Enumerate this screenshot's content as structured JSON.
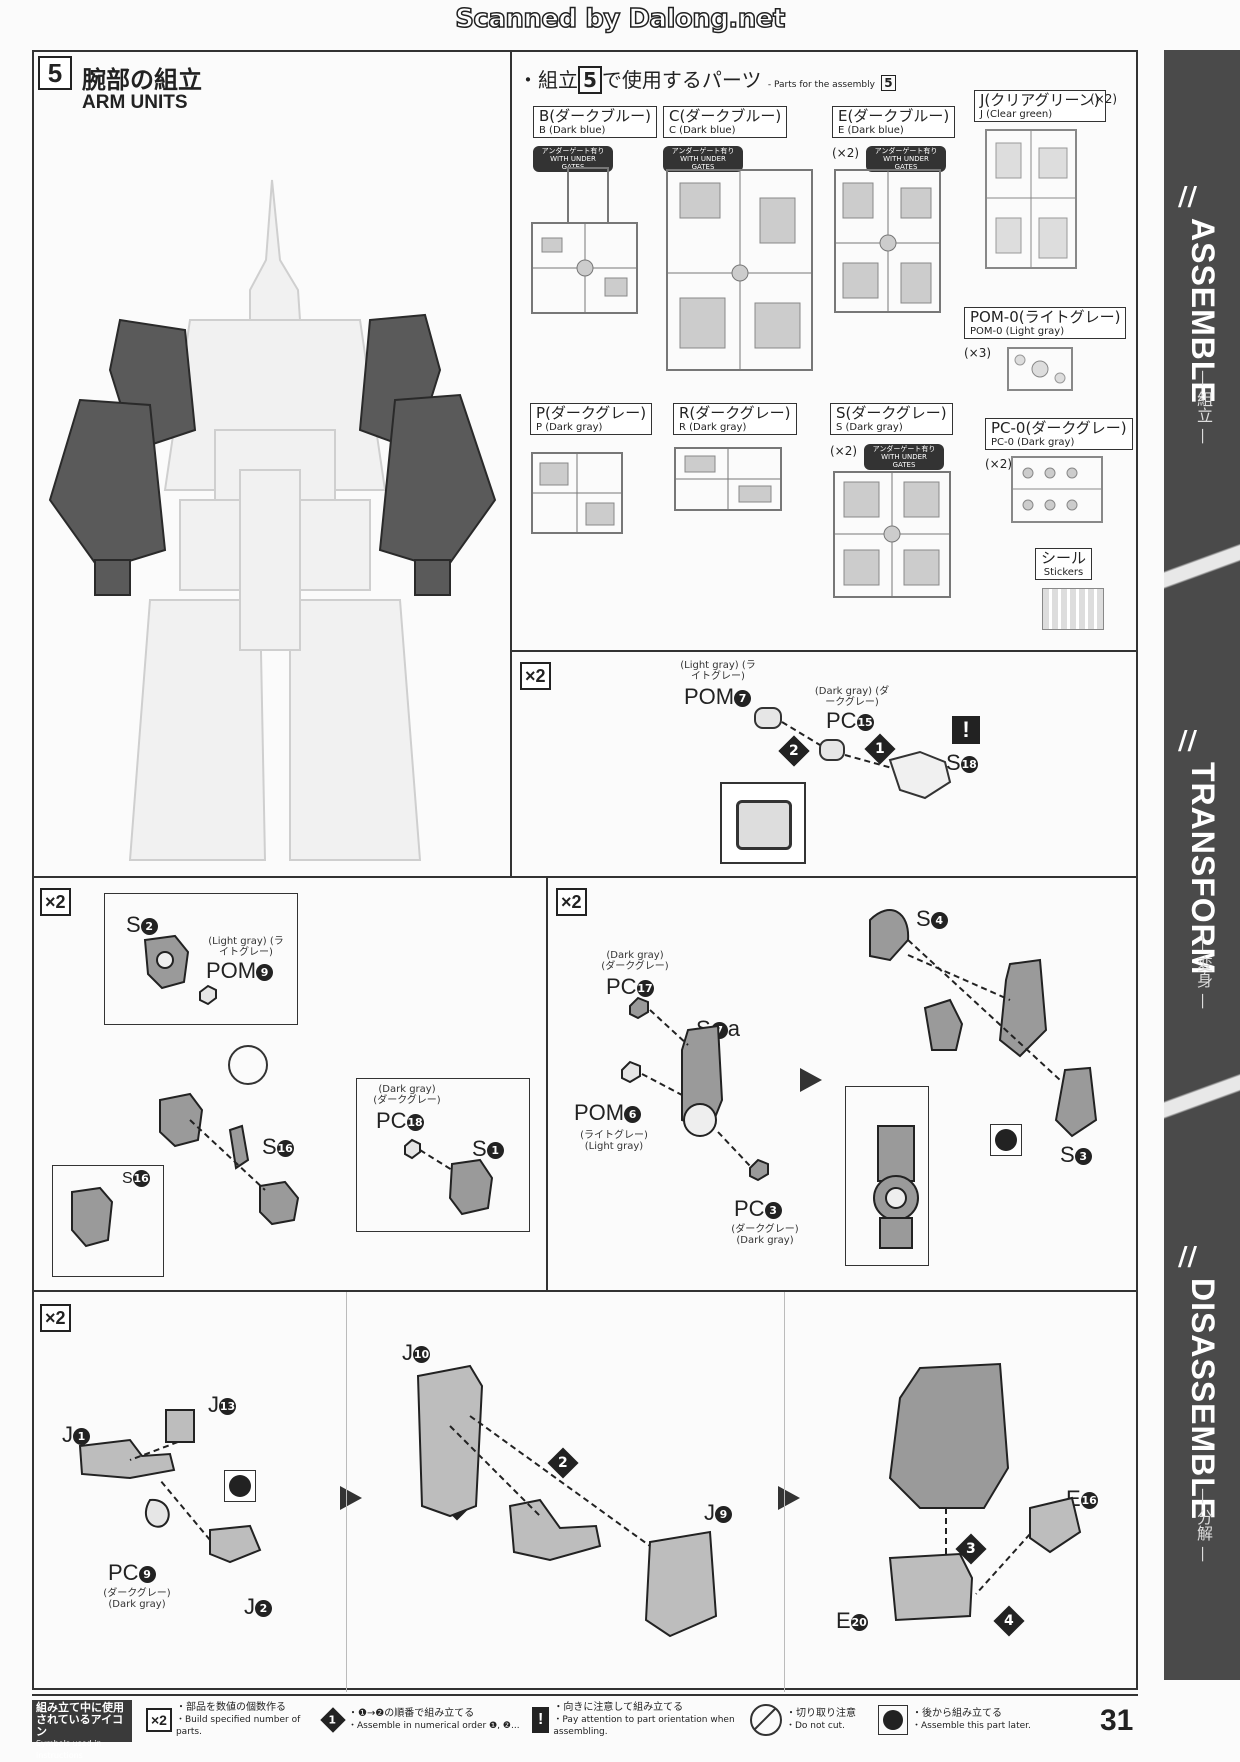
{
  "scan_watermark": "Scanned by Dalong.net",
  "step": {
    "number": "5",
    "title_jp": "腕部の組立",
    "title_en": "ARM UNITS"
  },
  "parts_header": {
    "bullet": "・",
    "title_jp_a": "組立",
    "title_num": "5",
    "title_jp_b": "で使用するパーツ",
    "sub_en": "- Parts for the assembly",
    "sub_num": "5"
  },
  "runners": [
    {
      "main": "B(ダークブルー)",
      "sub": "B (Dark blue)",
      "badge": "アンダーゲート有り WITH UNDER GATES",
      "mult": ""
    },
    {
      "main": "C(ダークブルー)",
      "sub": "C (Dark blue)",
      "badge": "アンダーゲート有り WITH UNDER GATES",
      "mult": ""
    },
    {
      "main": "E(ダークブルー)",
      "sub": "E (Dark blue)",
      "badge": "アンダーゲート有り WITH UNDER GATES",
      "mult": "(×2)"
    },
    {
      "main": "J(クリアグリーン)",
      "sub": "J (Clear green)",
      "badge": "",
      "mult": "(×2)"
    },
    {
      "main": "POM-0(ライトグレー)",
      "sub": "POM-0 (Light gray)",
      "badge": "",
      "mult": "(×3)"
    },
    {
      "main": "P(ダークグレー)",
      "sub": "P (Dark gray)",
      "badge": "",
      "mult": ""
    },
    {
      "main": "R(ダークグレー)",
      "sub": "R (Dark gray)",
      "badge": "",
      "mult": ""
    },
    {
      "main": "S(ダークグレー)",
      "sub": "S (Dark gray)",
      "badge": "アンダーゲート有り WITH UNDER GATES",
      "mult": "(×2)"
    },
    {
      "main": "PC-0(ダークグレー)",
      "sub": "PC-0 (Dark gray)",
      "badge": "",
      "mult": "(×2)"
    },
    {
      "main": "シール",
      "sub": "Stickers",
      "badge": "",
      "mult": ""
    }
  ],
  "side_tabs": [
    {
      "label": "ASSEMBLE",
      "sub": "— 組立 —"
    },
    {
      "label": "TRANSFORM",
      "sub": "— 変身 —"
    },
    {
      "label": "DISASSEMBLE",
      "sub": "— 分解 —"
    }
  ],
  "panel_a": {
    "mult": "×2",
    "pom_sub": "(Light gray) (ライトグレー)",
    "pom": "POM",
    "pom_n": "7",
    "pc_sub": "(Dark gray) (ダークグレー)",
    "pc": "PC",
    "pc_n": "15",
    "s": "S",
    "s_n": "18",
    "step1": "1",
    "step2": "2",
    "warn": "!"
  },
  "panel_b": {
    "mult": "×2",
    "s2": "S",
    "s2_n": "2",
    "pom_sub": "(Light gray) (ライトグレー)",
    "pom": "POM",
    "pom_n": "9",
    "s16": "S",
    "s16_n": "16",
    "s16b": "S",
    "s16b_n": "16",
    "pc_sub": "(Dark gray) (ダークグレー)",
    "pc": "PC",
    "pc_n": "18",
    "s1": "S",
    "s1_n": "1"
  },
  "panel_c": {
    "mult": "×2",
    "pc17_sub": "(Dark gray) (ダークグレー)",
    "pc17": "PC",
    "pc17_n": "17",
    "s7a": "S",
    "s7a_n": "7",
    "s7a_suffix": "a",
    "pom6": "POM",
    "pom6_n": "6",
    "pom6_sub": "(ライトグレー) (Light gray)",
    "pc3": "PC",
    "pc3_n": "3",
    "pc3_sub": "(ダークグレー) (Dark gray)",
    "s4": "S",
    "s4_n": "4",
    "s3": "S",
    "s3_n": "3"
  },
  "panel_d": {
    "mult": "×2",
    "j1": "J",
    "j1_n": "1",
    "j13": "J",
    "j13_n": "13",
    "pc9": "PC",
    "pc9_n": "9",
    "pc9_sub": "(ダークグレー) (Dark gray)",
    "j2": "J",
    "j2_n": "2",
    "j10": "J",
    "j10_n": "10",
    "j9": "J",
    "j9_n": "9",
    "e16": "E",
    "e16_n": "16",
    "e20": "E",
    "e20_n": "20",
    "s1": "1",
    "s2": "2",
    "s3": "3",
    "s4": "4"
  },
  "legend": {
    "title": "組み立て中に使用されているアイコン",
    "title_en": "Symbols used in instructions",
    "items": [
      {
        "icon": "×2",
        "jp": "・部品を数値の個数作る",
        "en": "・Build specified number of parts."
      },
      {
        "icon": "1",
        "jp": "・❶→❷の順番で組み立てる",
        "en": "・Assemble in numerical order ❶, ❷..."
      },
      {
        "icon": "!",
        "jp": "・向きに注意して組み立てる",
        "en": "・Pay attention to part orientation when assembling."
      },
      {
        "icon": "cut",
        "jp": "・切り取り注意",
        "en": "・Do not cut."
      },
      {
        "icon": "later",
        "jp": "・後から組み立てる",
        "en": "・Assemble this part later."
      }
    ]
  },
  "page_number": "31",
  "colors": {
    "band": "#4a4a4a",
    "frame": "#333333",
    "part_dark": "#5a5a5a",
    "part_light": "#bdbdbd"
  }
}
